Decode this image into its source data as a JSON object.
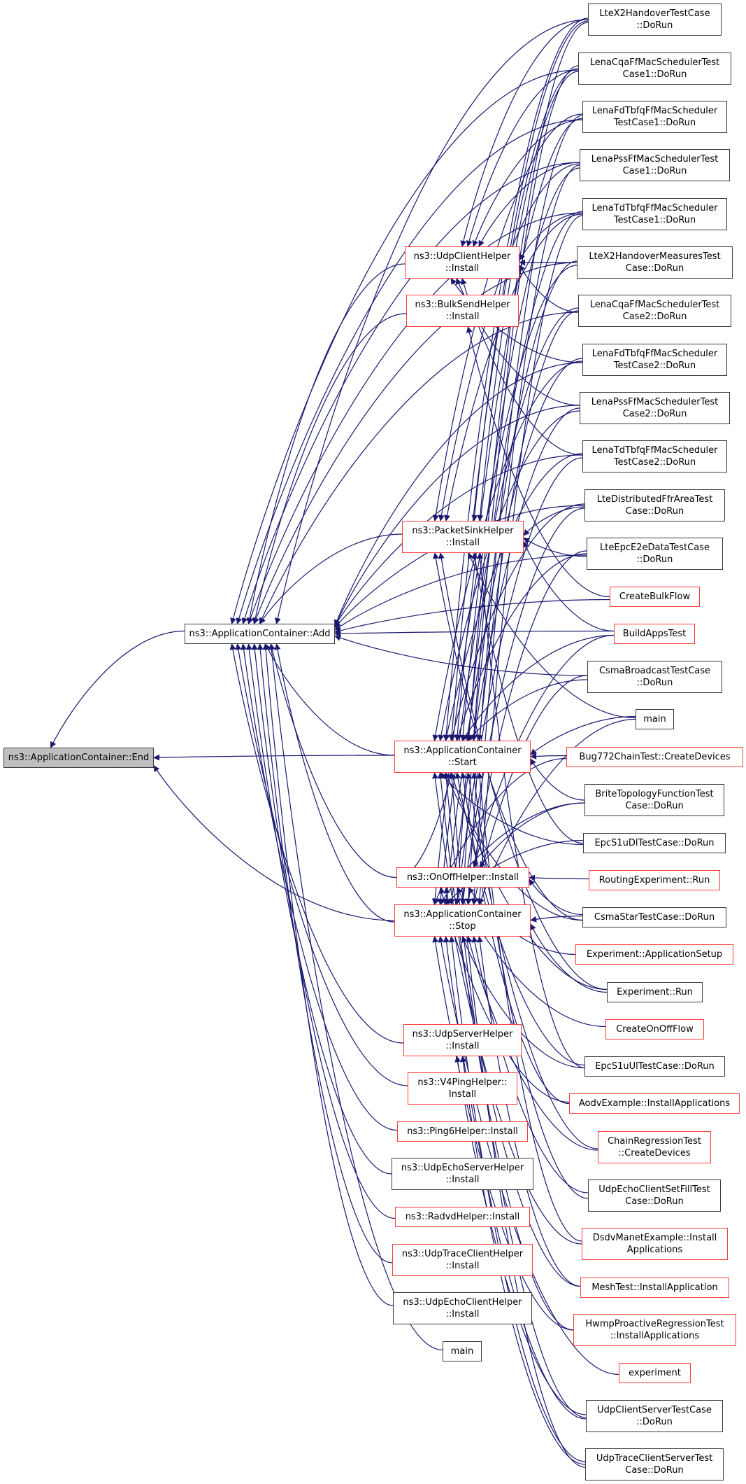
{
  "graph": {
    "title": "Caller graph of ns3::ApplicationContainer::End",
    "edge_color": "#191970",
    "node_border_default": "#3c3c3c",
    "node_border_undocumented": "#ff3b3b",
    "focus_fill": "#bfbfbf",
    "nodes": [
      {
        "id": "end",
        "label": "ns3::ApplicationContainer::End",
        "style": "focus"
      },
      {
        "id": "add",
        "label": "ns3::ApplicationContainer::Add",
        "style": "black"
      },
      {
        "id": "udpclient",
        "label": "ns3::UdpClientHelper\n::Install",
        "style": "red"
      },
      {
        "id": "bulksend",
        "label": "ns3::BulkSendHelper\n::Install",
        "style": "red"
      },
      {
        "id": "packetsink",
        "label": "ns3::PacketSinkHelper\n::Install",
        "style": "red"
      },
      {
        "id": "start",
        "label": "ns3::ApplicationContainer\n::Start",
        "style": "red"
      },
      {
        "id": "onoff",
        "label": "ns3::OnOffHelper::Install",
        "style": "red"
      },
      {
        "id": "stop",
        "label": "ns3::ApplicationContainer\n::Stop",
        "style": "red"
      },
      {
        "id": "udpserver",
        "label": "ns3::UdpServerHelper\n::Install",
        "style": "red"
      },
      {
        "id": "v4ping",
        "label": "ns3::V4PingHelper::\nInstall",
        "style": "red"
      },
      {
        "id": "ping6",
        "label": "ns3::Ping6Helper::Install",
        "style": "red"
      },
      {
        "id": "udpechoserver",
        "label": "ns3::UdpEchoServerHelper\n::Install",
        "style": "black"
      },
      {
        "id": "radvd",
        "label": "ns3::RadvdHelper::Install",
        "style": "red"
      },
      {
        "id": "udptraceclient",
        "label": "ns3::UdpTraceClientHelper\n::Install",
        "style": "red"
      },
      {
        "id": "udpechoclient",
        "label": "ns3::UdpEchoClientHelper\n::Install",
        "style": "black"
      },
      {
        "id": "main_mid",
        "label": "main",
        "style": "black"
      },
      {
        "id": "ltex2",
        "label": "LteX2HandoverTestCase\n::DoRun",
        "style": "black"
      },
      {
        "id": "lenacqa1",
        "label": "LenaCqaFfMacSchedulerTest\nCase1::DoRun",
        "style": "black"
      },
      {
        "id": "lenafd1",
        "label": "LenaFdTbfqFfMacScheduler\nTestCase1::DoRun",
        "style": "black"
      },
      {
        "id": "lenapss1",
        "label": "LenaPssFfMacSchedulerTest\nCase1::DoRun",
        "style": "black"
      },
      {
        "id": "lenatd1",
        "label": "LenaTdTbfqFfMacScheduler\nTestCase1::DoRun",
        "style": "black"
      },
      {
        "id": "ltex2meas",
        "label": "LteX2HandoverMeasuresTest\nCase::DoRun",
        "style": "black"
      },
      {
        "id": "lenacqa2",
        "label": "LenaCqaFfMacSchedulerTest\nCase2::DoRun",
        "style": "black"
      },
      {
        "id": "lenafd2",
        "label": "LenaFdTbfqFfMacScheduler\nTestCase2::DoRun",
        "style": "black"
      },
      {
        "id": "lenapss2",
        "label": "LenaPssFfMacSchedulerTest\nCase2::DoRun",
        "style": "black"
      },
      {
        "id": "lenatd2",
        "label": "LenaTdTbfqFfMacScheduler\nTestCase2::DoRun",
        "style": "black"
      },
      {
        "id": "ltedistffr",
        "label": "LteDistributedFfrAreaTest\nCase::DoRun",
        "style": "black"
      },
      {
        "id": "lteepce2e",
        "label": "LteEpcE2eDataTestCase\n::DoRun",
        "style": "black"
      },
      {
        "id": "createbulkflow",
        "label": "CreateBulkFlow",
        "style": "red"
      },
      {
        "id": "buildappstest",
        "label": "BuildAppsTest",
        "style": "red"
      },
      {
        "id": "csmabroadcast",
        "label": "CsmaBroadcastTestCase\n::DoRun",
        "style": "black"
      },
      {
        "id": "main_right",
        "label": "main",
        "style": "black"
      },
      {
        "id": "bug772",
        "label": "Bug772ChainTest::CreateDevices",
        "style": "red"
      },
      {
        "id": "brite",
        "label": "BriteTopologyFunctionTest\nCase::DoRun",
        "style": "black"
      },
      {
        "id": "epcs1udl",
        "label": "EpcS1uDlTestCase::DoRun",
        "style": "black"
      },
      {
        "id": "routingexp",
        "label": "RoutingExperiment::Run",
        "style": "red"
      },
      {
        "id": "csmastar",
        "label": "CsmaStarTestCase::DoRun",
        "style": "black"
      },
      {
        "id": "expappsetup",
        "label": "Experiment::ApplicationSetup",
        "style": "red"
      },
      {
        "id": "exprun",
        "label": "Experiment::Run",
        "style": "black"
      },
      {
        "id": "createonoff",
        "label": "CreateOnOffFlow",
        "style": "red"
      },
      {
        "id": "epcs1uul",
        "label": "EpcS1uUlTestCase::DoRun",
        "style": "black"
      },
      {
        "id": "aodv",
        "label": "AodvExample::InstallApplications",
        "style": "red"
      },
      {
        "id": "chainreg",
        "label": "ChainRegressionTest\n::CreateDevices",
        "style": "red"
      },
      {
        "id": "udpechosetfill",
        "label": "UdpEchoClientSetFillTest\nCase::DoRun",
        "style": "black"
      },
      {
        "id": "dsdv",
        "label": "DsdvManetExample::Install\nApplications",
        "style": "red"
      },
      {
        "id": "meshtest",
        "label": "MeshTest::InstallApplication",
        "style": "red"
      },
      {
        "id": "hwmp",
        "label": "HwmpProactiveRegressionTest\n::InstallApplications",
        "style": "red"
      },
      {
        "id": "experiment",
        "label": "experiment",
        "style": "red"
      },
      {
        "id": "udpclientserver",
        "label": "UdpClientServerTestCase\n::DoRun",
        "style": "black"
      },
      {
        "id": "udptraceclientserver",
        "label": "UdpTraceClientServerTest\nCase::DoRun",
        "style": "black"
      }
    ],
    "edges": [
      [
        "add",
        "end"
      ],
      [
        "start",
        "end"
      ],
      [
        "stop",
        "end"
      ],
      [
        "udpclient",
        "add"
      ],
      [
        "bulksend",
        "add"
      ],
      [
        "packetsink",
        "add"
      ],
      [
        "start",
        "add"
      ],
      [
        "onoff",
        "add"
      ],
      [
        "stop",
        "add"
      ],
      [
        "udpserver",
        "add"
      ],
      [
        "v4ping",
        "add"
      ],
      [
        "ping6",
        "add"
      ],
      [
        "udpechoserver",
        "add"
      ],
      [
        "radvd",
        "add"
      ],
      [
        "udptraceclient",
        "add"
      ],
      [
        "udpechoclient",
        "add"
      ],
      [
        "main_mid",
        "add"
      ],
      [
        "ltex2",
        "add"
      ],
      [
        "lenacqa1",
        "add"
      ],
      [
        "lenafd1",
        "add"
      ],
      [
        "lenapss1",
        "add"
      ],
      [
        "lenatd1",
        "add"
      ],
      [
        "ltex2meas",
        "add"
      ],
      [
        "lenacqa2",
        "add"
      ],
      [
        "lenafd2",
        "add"
      ],
      [
        "lenapss2",
        "add"
      ],
      [
        "lenatd2",
        "add"
      ],
      [
        "ltedistffr",
        "add"
      ],
      [
        "lteepce2e",
        "add"
      ],
      [
        "createbulkflow",
        "add"
      ],
      [
        "buildappstest",
        "add"
      ],
      [
        "csmabroadcast",
        "add"
      ],
      [
        "ltex2",
        "udpclient"
      ],
      [
        "lenacqa1",
        "udpclient"
      ],
      [
        "lenafd1",
        "udpclient"
      ],
      [
        "lenapss1",
        "udpclient"
      ],
      [
        "lenatd1",
        "udpclient"
      ],
      [
        "ltex2meas",
        "udpclient"
      ],
      [
        "lenacqa2",
        "udpclient"
      ],
      [
        "lenafd2",
        "udpclient"
      ],
      [
        "lenapss2",
        "udpclient"
      ],
      [
        "lenatd2",
        "udpclient"
      ],
      [
        "createbulkflow",
        "bulksend"
      ],
      [
        "ltex2",
        "packetsink"
      ],
      [
        "lenacqa1",
        "packetsink"
      ],
      [
        "lenafd1",
        "packetsink"
      ],
      [
        "lenapss1",
        "packetsink"
      ],
      [
        "lenatd1",
        "packetsink"
      ],
      [
        "ltedistffr",
        "packetsink"
      ],
      [
        "lteepce2e",
        "packetsink"
      ],
      [
        "buildappstest",
        "packetsink"
      ],
      [
        "main_right",
        "packetsink"
      ],
      [
        "epcs1udl",
        "packetsink"
      ],
      [
        "epcs1uul",
        "packetsink"
      ],
      [
        "csmastar",
        "packetsink"
      ],
      [
        "exprun",
        "packetsink"
      ],
      [
        "ltex2",
        "start"
      ],
      [
        "lenacqa1",
        "start"
      ],
      [
        "lenafd1",
        "start"
      ],
      [
        "lenapss1",
        "start"
      ],
      [
        "lenatd1",
        "start"
      ],
      [
        "ltex2meas",
        "start"
      ],
      [
        "lenacqa2",
        "start"
      ],
      [
        "lenafd2",
        "start"
      ],
      [
        "lenapss2",
        "start"
      ],
      [
        "lenatd2",
        "start"
      ],
      [
        "ltedistffr",
        "start"
      ],
      [
        "lteepce2e",
        "start"
      ],
      [
        "buildappstest",
        "start"
      ],
      [
        "csmabroadcast",
        "start"
      ],
      [
        "main_right",
        "start"
      ],
      [
        "bug772",
        "start"
      ],
      [
        "brite",
        "start"
      ],
      [
        "epcs1udl",
        "start"
      ],
      [
        "csmastar",
        "start"
      ],
      [
        "exprun",
        "start"
      ],
      [
        "epcs1uul",
        "start"
      ],
      [
        "aodv",
        "start"
      ],
      [
        "chainreg",
        "start"
      ],
      [
        "udpechosetfill",
        "start"
      ],
      [
        "dsdv",
        "start"
      ],
      [
        "meshtest",
        "start"
      ],
      [
        "hwmp",
        "start"
      ],
      [
        "udpclientserver",
        "start"
      ],
      [
        "udptraceclientserver",
        "start"
      ],
      [
        "createonoff",
        "onoff"
      ],
      [
        "routingexp",
        "onoff"
      ],
      [
        "expappsetup",
        "onoff"
      ],
      [
        "buildappstest",
        "onoff"
      ],
      [
        "brite",
        "onoff"
      ],
      [
        "csmastar",
        "onoff"
      ],
      [
        "aodv",
        "onoff"
      ],
      [
        "dsdv",
        "onoff"
      ],
      [
        "onoff",
        "start"
      ],
      [
        "ltex2",
        "stop"
      ],
      [
        "lenacqa1",
        "stop"
      ],
      [
        "lenafd1",
        "stop"
      ],
      [
        "lenapss1",
        "stop"
      ],
      [
        "lenatd1",
        "stop"
      ],
      [
        "ltex2meas",
        "stop"
      ],
      [
        "lenacqa2",
        "stop"
      ],
      [
        "lenafd2",
        "stop"
      ],
      [
        "lenapss2",
        "stop"
      ],
      [
        "lenatd2",
        "stop"
      ],
      [
        "ltedistffr",
        "stop"
      ],
      [
        "lteepce2e",
        "stop"
      ],
      [
        "csmabroadcast",
        "stop"
      ],
      [
        "main_right",
        "stop"
      ],
      [
        "bug772",
        "stop"
      ],
      [
        "brite",
        "stop"
      ],
      [
        "epcs1udl",
        "stop"
      ],
      [
        "csmastar",
        "stop"
      ],
      [
        "exprun",
        "stop"
      ],
      [
        "epcs1uul",
        "stop"
      ],
      [
        "chainreg",
        "stop"
      ],
      [
        "udpechosetfill",
        "stop"
      ],
      [
        "meshtest",
        "stop"
      ],
      [
        "hwmp",
        "stop"
      ],
      [
        "experiment",
        "stop"
      ],
      [
        "udpclientserver",
        "stop"
      ],
      [
        "udptraceclientserver",
        "stop"
      ],
      [
        "udpclientserver",
        "udpserver"
      ],
      [
        "udptraceclientserver",
        "udpserver"
      ]
    ]
  }
}
